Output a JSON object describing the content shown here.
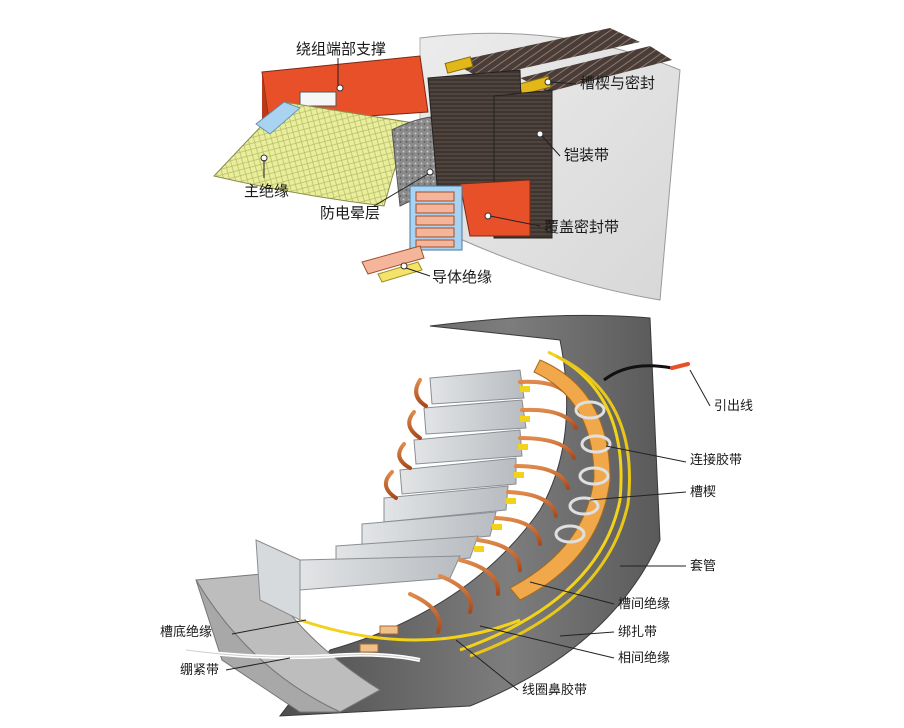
{
  "top_diagram": {
    "labels": {
      "winding_end_support": "绕组端部支撑",
      "slot_wedge_seal": "槽楔与密封",
      "armor_tape": "铠装带",
      "main_insulation": "主绝缘",
      "corona_layer": "防电晕层",
      "cover_seal_tape": "覆盖密封带",
      "conductor_insulation": "导体绝缘"
    }
  },
  "bottom_diagram": {
    "labels": {
      "lead_wire": "引出线",
      "connecting_tape": "连接胶带",
      "slot_wedge": "槽楔",
      "sleeve": "套管",
      "interslot_insulation": "槽间绝缘",
      "slot_bottom_insulation": "槽底绝缘",
      "binding_tape": "绑扎带",
      "tightening_tape": "绷紧带",
      "phase_insulation": "相间绝缘",
      "coil_nose_tape": "线圈鼻胶带"
    }
  },
  "colors": {
    "orange_red": "#e8502a",
    "mesh_yellow": "#e9ee9a",
    "dark_core": "#3b2f2a",
    "copper": "#c8642c",
    "stator_gray": "#6e6e6e",
    "tooth_gray": "#cfd2d4",
    "yellow_tape": "#f2d21b"
  }
}
